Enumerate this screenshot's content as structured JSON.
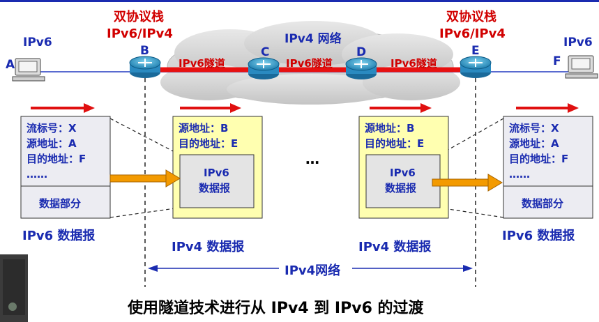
{
  "stack_labels": {
    "line1": "双协议栈",
    "line2": "IPv6/IPv4"
  },
  "hosts": {
    "left": {
      "proto": "IPv6",
      "letter": "A"
    },
    "right": {
      "proto": "IPv6",
      "letter": "F"
    }
  },
  "routers": [
    "B",
    "C",
    "D",
    "E"
  ],
  "cloud_label": "IPv4 网络",
  "tunnel_label": "IPv6隧道",
  "ipv6_packet": {
    "fields": [
      "流标号：X",
      "源地址：A",
      "目的地址：F",
      "……"
    ],
    "payload": "数据部分",
    "caption": "IPv6 数据报"
  },
  "ipv4_packet": {
    "fields": [
      "源地址：B",
      "目的地址：E"
    ],
    "inner_line1": "IPv6",
    "inner_line2": "数据报",
    "caption": "IPv4 数据报"
  },
  "ellipsis": "…",
  "network_span_label": "IPv4网络",
  "bottom_caption": "使用隧道技术进行从 IPv4 到 IPv6 的过渡",
  "colors": {
    "text_blue": "#1a2bb0",
    "text_red": "#d10000",
    "arrow_red": "#e01010",
    "tunnel_red": "#e81010",
    "ipv6_box_fill": "#ececf2",
    "ipv4_box_fill": "#ffffb0",
    "orange_arrow": "#f39a00"
  }
}
